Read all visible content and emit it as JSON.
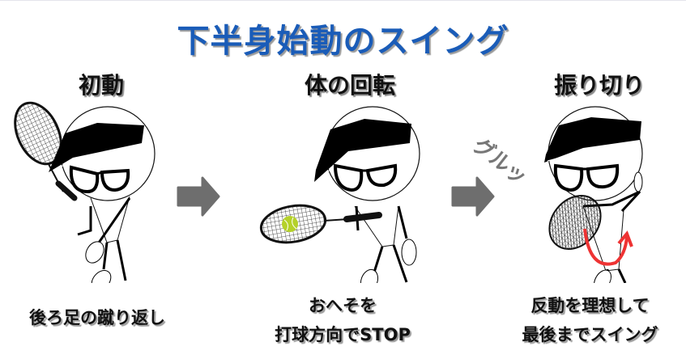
{
  "title": "下半身始動のスイング",
  "steps": [
    {
      "label": "初動",
      "caption_lines": [
        "後ろ足の蹴り返し"
      ]
    },
    {
      "label": "体の回転",
      "caption_lines": [
        "おへそを",
        "打球方向でSTOP"
      ]
    },
    {
      "label": "振り切り",
      "caption_lines": [
        "反動を理想して",
        "最後までスイング"
      ]
    }
  ],
  "sound_effect": "グルッ",
  "colors": {
    "title": "#1a5cb8",
    "arrow": "#6e6e6e",
    "swing_arrow": "#ee3333",
    "ball": "#b5d12a"
  }
}
